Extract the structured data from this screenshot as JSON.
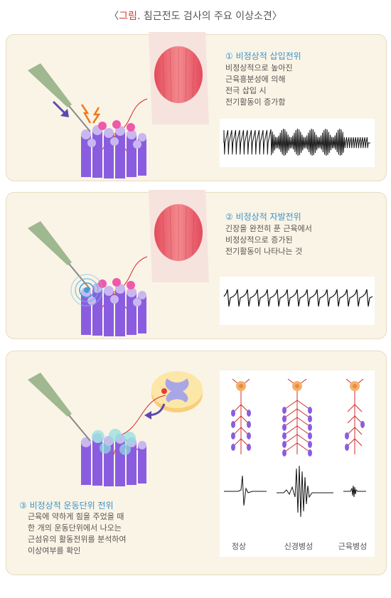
{
  "title": {
    "open": "〈",
    "accent": "그림",
    "rest": ". 침근전도 검사의 주요 이상소견",
    "close": "〉"
  },
  "panel1": {
    "heading": "① 비정상적 삽입전위",
    "lines": [
      "비정상적으로 높아진",
      "근육흥분성에 의해",
      "전극 삽입 시",
      "전기활동이 증가함"
    ]
  },
  "panel2": {
    "heading": "② 비정상적 자발전위",
    "lines": [
      "긴장을 완전히 푼 근육에서",
      "비정상적으로 증가된",
      "전기활동이 나타나는 것"
    ]
  },
  "panel3": {
    "heading": "③ 비정상적 운동단위 전위",
    "lines": [
      "근육에 약하게 힘을 주었을 때",
      "한 개의 운동단위에서 나오는",
      "근섬유의 활동전위를 분석하여",
      "이상여부를 확인"
    ],
    "captions": [
      "정상",
      "신경병성",
      "근육병성"
    ]
  },
  "colors": {
    "accent": "#d43b2a",
    "heading": "#3d93c8",
    "panel_bg": "#faf4e6",
    "fiber": "#8a5de0",
    "pink": "#ee5aa8"
  },
  "icons": [
    "needle-electrode-icon",
    "lightning-icon",
    "muscle-icon",
    "spinal-cord-icon",
    "neuron-icon"
  ]
}
